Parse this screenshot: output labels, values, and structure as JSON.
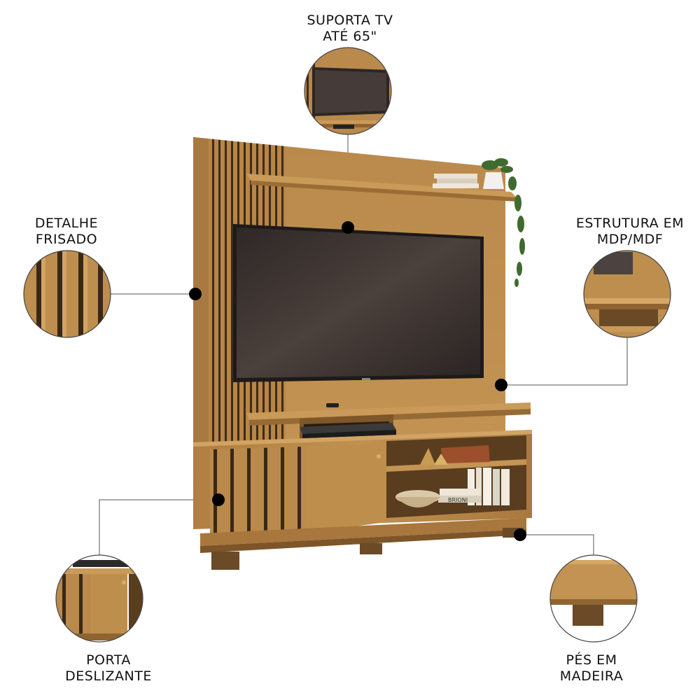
{
  "callouts": {
    "tv": {
      "line1": "SUPORTA TV",
      "line2": "ATÉ 65\""
    },
    "frisado": {
      "line1": "DETALHE",
      "line2": "FRISADO"
    },
    "estrutura": {
      "line1": "ESTRUTURA EM",
      "line2": "MDP/MDF"
    },
    "porta": {
      "line1": "PORTA",
      "line2": "DESLIZANTE"
    },
    "pes": {
      "line1": "PÉS EM",
      "line2": "MADEIRA"
    }
  },
  "product_labels": {
    "book_spine": "BRIONI"
  },
  "colors": {
    "wood": "#b8874a",
    "wood_dark": "#8f6431",
    "slat_gap": "#3b2a18",
    "tv_screen": "#3a3230",
    "dot": "#000000"
  }
}
